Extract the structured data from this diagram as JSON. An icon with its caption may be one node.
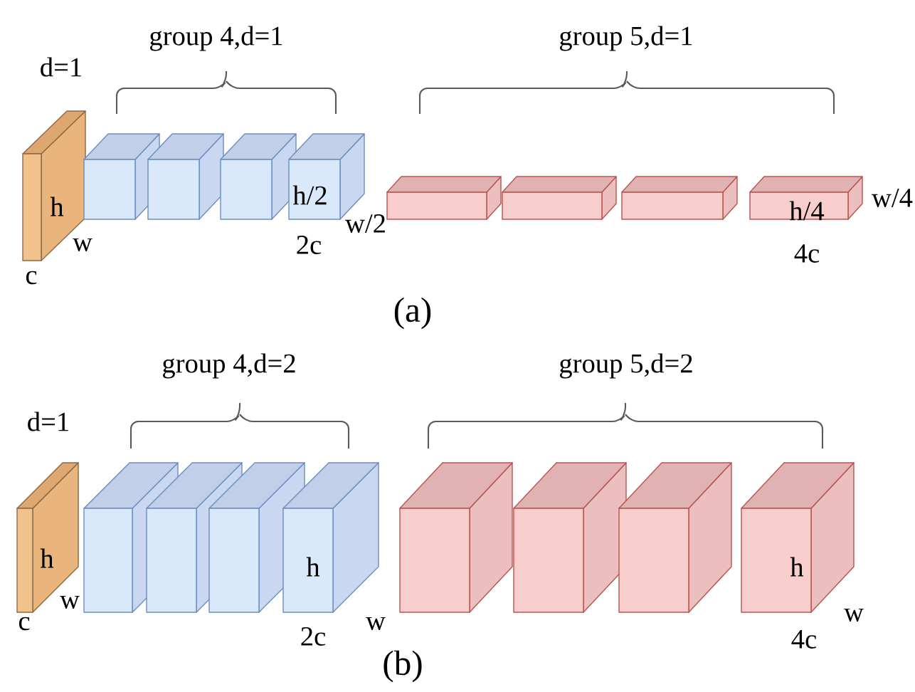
{
  "diagram": {
    "nodes": [
      {
        "text": [
          "h"
        ],
        "beside": [
          "d=1",
          "w",
          "c"
        ]
      },
      {
        "text": [],
        "shape": "box"
      },
      {
        "text": [],
        "shape": "box"
      },
      {
        "text": [],
        "shape": "box"
      },
      {
        "text": [
          "h/2"
        ],
        "beside": [
          "w/2",
          "2c"
        ]
      },
      {
        "text": [],
        "shape": "box"
      },
      {
        "text": [],
        "shape": "box"
      },
      {
        "text": [],
        "shape": "box"
      },
      {
        "text": [
          "h/4"
        ],
        "beside": [
          "w/4",
          "4c"
        ]
      },
      {
        "text": [
          "h"
        ],
        "beside": [
          "d=1",
          "w",
          "c"
        ]
      },
      {
        "text": [],
        "shape": "box"
      },
      {
        "text": [],
        "shape": "box"
      },
      {
        "text": [],
        "shape": "box"
      },
      {
        "text": [
          "h"
        ],
        "beside": [
          "w",
          "2c"
        ]
      },
      {
        "text": [],
        "shape": "box"
      },
      {
        "text": [],
        "shape": "box"
      },
      {
        "text": [],
        "shape": "box"
      },
      {
        "text": [
          "h"
        ],
        "beside": [
          "w",
          "4c"
        ]
      }
    ],
    "labels": [
      "group 4,d=1",
      "group 5,d=1",
      "(a)",
      "group 4,d=2",
      "group 5,d=2",
      "(b)"
    ]
  }
}
